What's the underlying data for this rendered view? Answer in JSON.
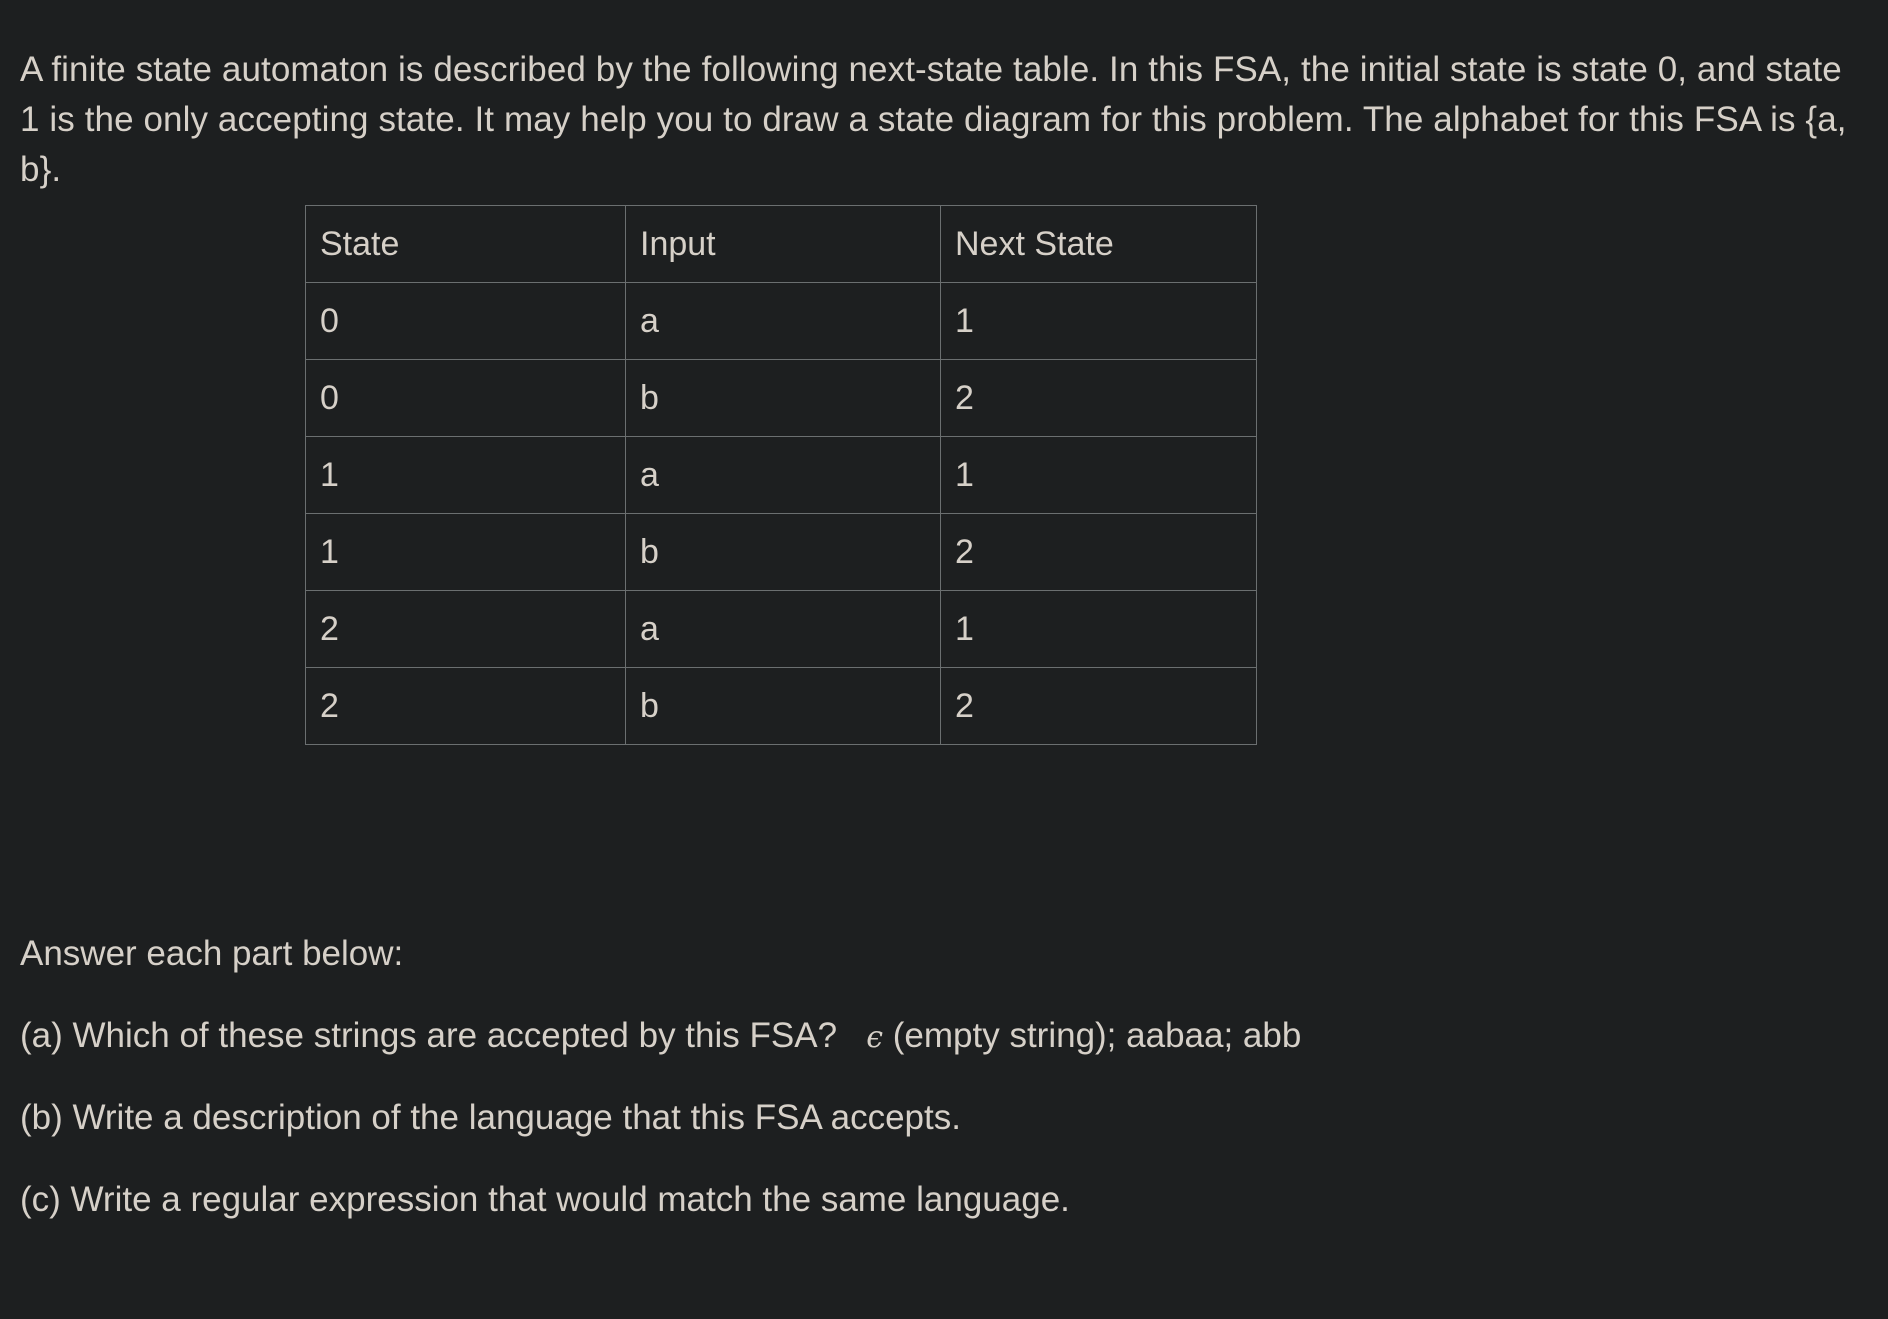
{
  "document": {
    "intro_paragraph": "A finite state automaton is described by the following next-state table. In this FSA, the initial state is state 0, and state 1 is the only accepting state. It may help you to draw a state diagram for this problem.  The alphabet for this FSA is {a, b}.",
    "answer_lead": "Answer each part below:"
  },
  "table": {
    "headers": [
      "State",
      "Input",
      "Next State"
    ],
    "rows": [
      {
        "state": "0",
        "input": "a",
        "next_state": "1"
      },
      {
        "state": "0",
        "input": "b",
        "next_state": "2"
      },
      {
        "state": "1",
        "input": "a",
        "next_state": "1"
      },
      {
        "state": "1",
        "input": "b",
        "next_state": "2"
      },
      {
        "state": "2",
        "input": "a",
        "next_state": "1"
      },
      {
        "state": "2",
        "input": "b",
        "next_state": "2"
      }
    ]
  },
  "parts": {
    "a_prefix": "(a) Which of these strings are accepted by this FSA?   ",
    "a_epsilon": "ϵ",
    "a_suffix": " (empty string); aabaa; abb",
    "b": "(b) Write a description of the language that this FSA accepts.",
    "c": "(c) Write a regular expression that would match the same language."
  },
  "colors": {
    "background": "#1d1f20",
    "text": "#d6d0c8",
    "table_border": "#6b6f70"
  }
}
